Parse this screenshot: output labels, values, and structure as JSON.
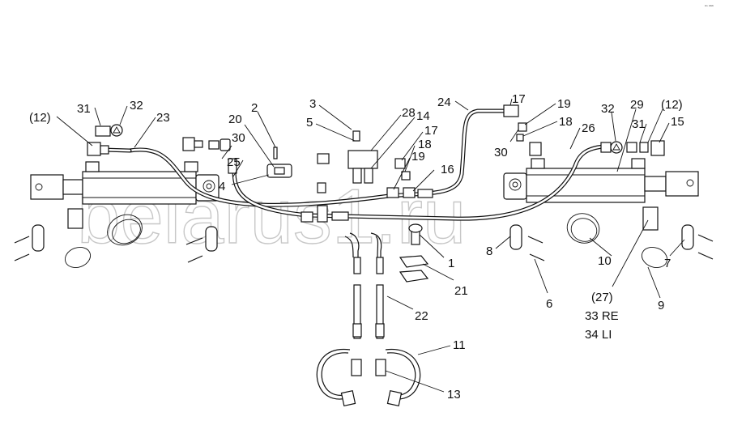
{
  "watermark": "belarus1.ru",
  "corner_mark": "ᵃⁿ ᵃᵃᵃ",
  "callouts": {
    "c1": "1",
    "c2": "2",
    "c3": "3",
    "c4": "4",
    "c5": "5",
    "c6": "6",
    "c7": "7",
    "c8": "8",
    "c9": "9",
    "c10": "10",
    "c11": "11",
    "c12a": "(12)",
    "c12b": "(12)",
    "c13": "13",
    "c14": "14",
    "c15": "15",
    "c16": "16",
    "c17a": "17",
    "c17b": "17",
    "c18a": "18",
    "c18b": "18",
    "c19a": "19",
    "c19b": "19",
    "c20": "20",
    "c21": "21",
    "c22": "22",
    "c23": "23",
    "c24": "24",
    "c25": "25",
    "c26": "26",
    "c27": "(27)",
    "c28": "28",
    "c29": "29",
    "c30a": "30",
    "c30b": "30",
    "c31a": "31",
    "c31b": "31",
    "c32a": "32",
    "c32b": "32",
    "c33": "33 RE",
    "c34": "34 LI"
  }
}
